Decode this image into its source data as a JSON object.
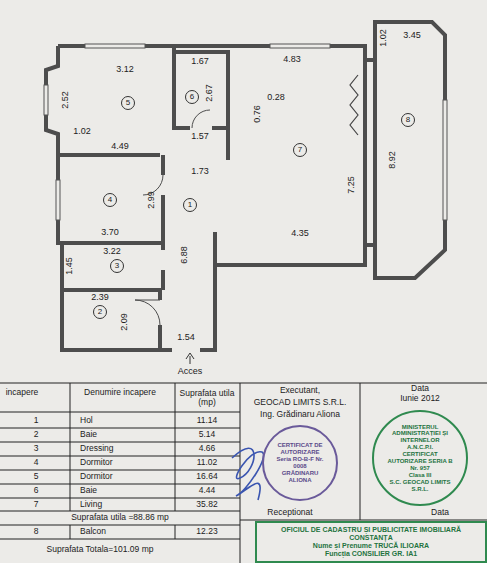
{
  "diagram": {
    "nodes": [
      {
        "text": [
          "5"
        ]
      },
      {
        "text": [
          "6"
        ]
      },
      {
        "text": [
          "7"
        ]
      },
      {
        "text": [
          "8"
        ]
      },
      {
        "text": [
          "4"
        ]
      },
      {
        "text": [
          "1"
        ]
      },
      {
        "text": [
          "3"
        ]
      },
      {
        "text": [
          "2"
        ]
      },
      {
        "text": [
          "CERTIFICAT DE AUTORIZARE",
          "Seria RO-B-F Nr. 0008",
          "GRĂDINARU ALIONA"
        ]
      },
      {
        "text": [
          "MINISTERUL ADMINISTRAȚIEI ȘI INTERNELOR",
          "A.N.C.P.I.",
          "CERTIFICAT AUTORIZARE SERIA B Nr. 957",
          "Clasa III",
          "S.C. GEOCAD LIMITS S.R.L."
        ]
      },
      {
        "text": [
          "OFICIUL DE CADASTRU ȘI PUBLICITATE IMOBILIARĂ CONSTANȚA",
          "Nume și Prenume TRUCĂ ILIOARA",
          "Funcția CONSILIER GR. IA1"
        ]
      }
    ],
    "labels": [
      "3.12",
      "1.67",
      "4.83",
      "1.02",
      "3.45",
      "2.52",
      "2.67",
      "0.28",
      "0.76",
      "8.92",
      "1.02",
      "1.57",
      "4.49",
      "1.73",
      "7.25",
      "2.99",
      "3.70",
      "6.88",
      "4.35",
      "1.45",
      "3.22",
      "2.39",
      "2.09",
      "1.54",
      "Acces",
      "incapere",
      "Denumire incapere",
      "Suprafata utila (mp)",
      "1",
      "Hol",
      "11.14",
      "2",
      "Baie",
      "5.14",
      "3",
      "Dressing",
      "4.66",
      "4",
      "Dormitor",
      "11.02",
      "5",
      "Dormitor",
      "16.64",
      "6",
      "Baie",
      "4.44",
      "7",
      "Living",
      "35.82",
      "Suprafata utila =88.86 mp",
      "8",
      "Balcon",
      "12.23",
      "Suprafata Totala=101.09 mp",
      "Executant,",
      "GEOCAD LIMITS S.R.L.",
      "Ing. Grădinaru Aliona",
      "Data",
      "Iunie 2012",
      "Receptionat",
      "Data"
    ]
  }
}
